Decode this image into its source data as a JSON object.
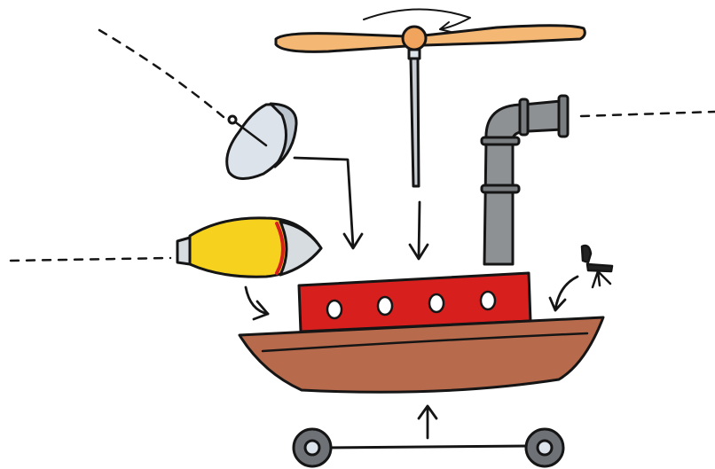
{
  "illustration": {
    "parts": [
      {
        "name": "propeller",
        "icon": "propeller-icon",
        "color": "#F5B774"
      },
      {
        "name": "satellite-dish",
        "icon": "satellite-dish-icon",
        "color": "#DDE3EA"
      },
      {
        "name": "exhaust-pipe",
        "icon": "pipe-icon",
        "color": "#8E9194"
      },
      {
        "name": "rocket-capsule",
        "icon": "rocket-icon",
        "color": "#F6D21E"
      },
      {
        "name": "office-chair",
        "icon": "chair-icon",
        "color": "#222222"
      },
      {
        "name": "boat-cabin",
        "icon": "cabin-icon",
        "color": "#D7201E"
      },
      {
        "name": "boat-hull",
        "icon": "hull-icon",
        "color": "#B76A4C"
      },
      {
        "name": "wheel-axle",
        "icon": "wheels-icon",
        "color": "#6E7277"
      }
    ],
    "arrow_count": 6,
    "porthole_count": 4
  }
}
